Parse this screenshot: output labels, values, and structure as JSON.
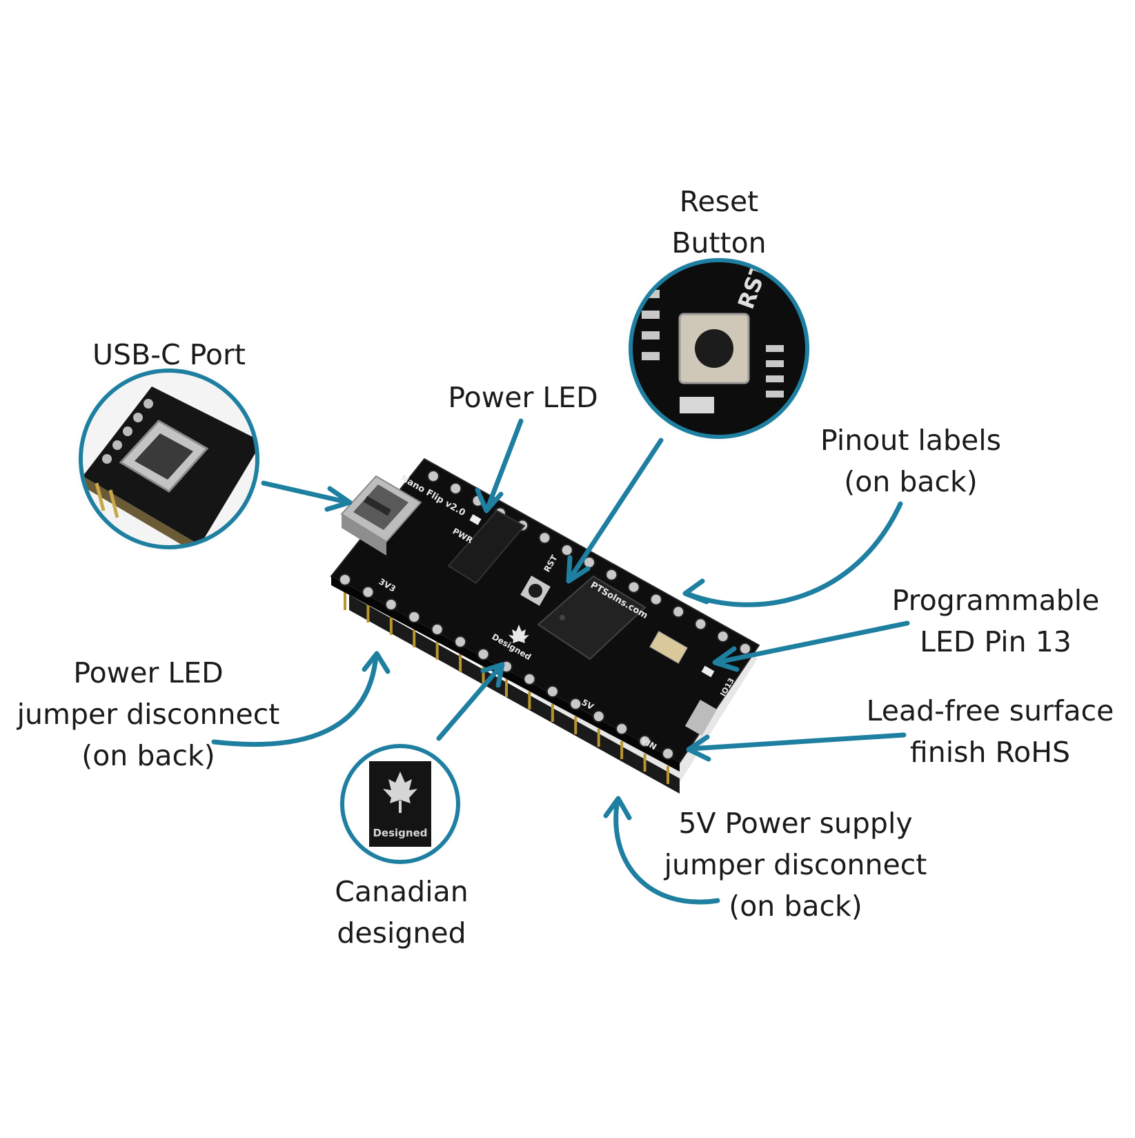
{
  "colors": {
    "accent": "#1e7fa0",
    "board": "#0e0e0e",
    "pad": "#c9c9c9",
    "header_pin": "#b8952e",
    "text": "#1a1a1a"
  },
  "labels": {
    "reset_button": [
      "Reset",
      "Button"
    ],
    "usb_c_port": [
      "USB-C Port"
    ],
    "power_led": [
      "Power LED"
    ],
    "pinout_labels": [
      "Pinout labels",
      "(on back)"
    ],
    "programmable_led": [
      "Programmable",
      "LED Pin 13"
    ],
    "power_led_jumper": [
      "Power LED",
      "jumper disconnect",
      "(on back)"
    ],
    "lead_free": [
      "Lead-free surface",
      "finish RoHS"
    ],
    "canadian_designed": [
      "Canadian",
      "designed"
    ],
    "five_v_jumper": [
      "5V Power supply",
      "jumper disconnect",
      "(on back)"
    ]
  },
  "board_silkscreen": {
    "title": "Nano Flip v2.0",
    "pwr": "PWR",
    "rst": "RST",
    "site": "PTSolns.com",
    "designed": "Designed",
    "v3": "3V3",
    "v5": "5V",
    "vin": "VIN",
    "io13": "IO13"
  },
  "inset_designed": {
    "badge_text": "Designed"
  }
}
